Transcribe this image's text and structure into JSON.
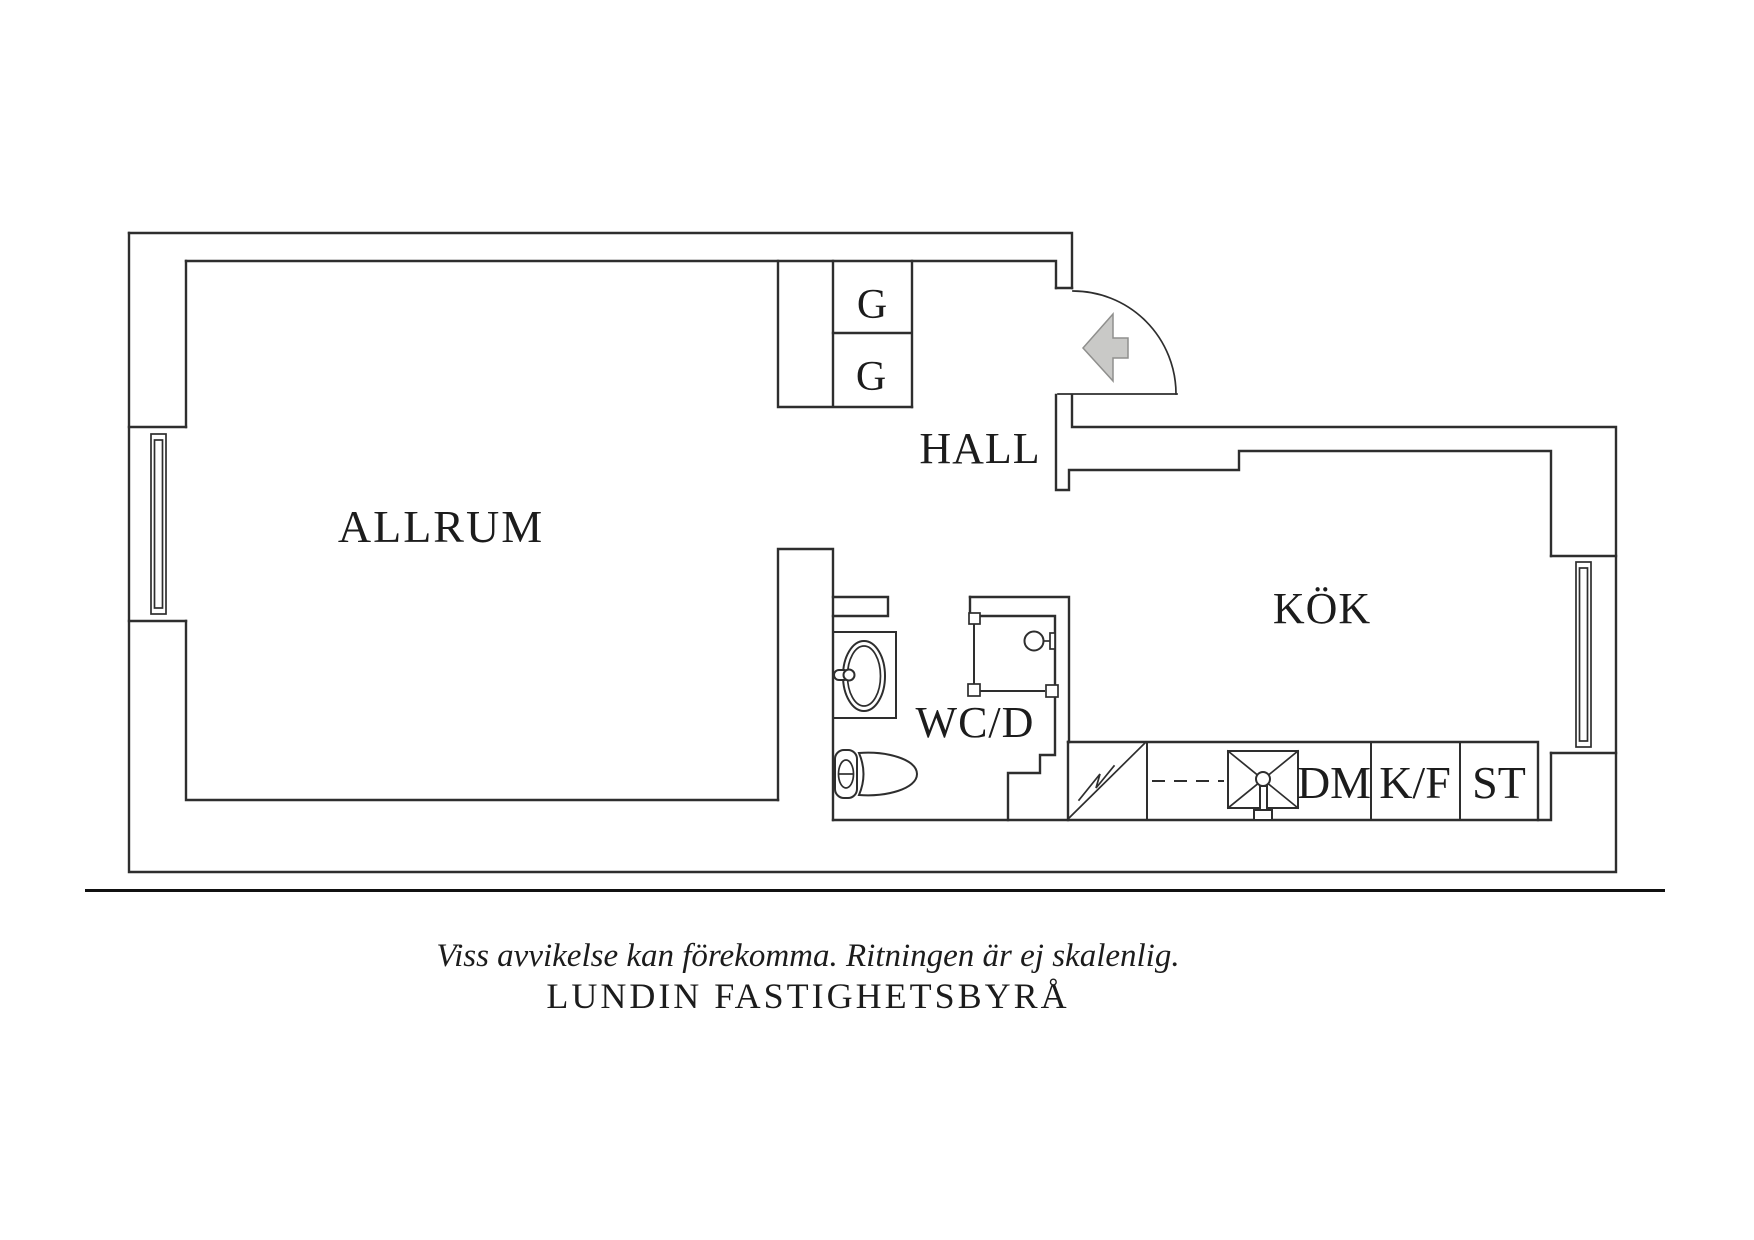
{
  "plan": {
    "rooms": {
      "allrum": {
        "label": "ALLRUM"
      },
      "hall": {
        "label": "HALL"
      },
      "kok": {
        "label": "KÖK"
      },
      "wcd": {
        "label": "WC/D"
      }
    },
    "closets": {
      "g_upper": {
        "label": "G"
      },
      "g_lower": {
        "label": "G"
      }
    },
    "kitchen_units": {
      "dm": {
        "label": "DM"
      },
      "kf": {
        "label": "K/F"
      },
      "st": {
        "label": "ST"
      }
    },
    "colors": {
      "background": "#ffffff",
      "wall_line": "#2e2e2e",
      "entry_arrow_fill": "#c9c9c7",
      "entry_arrow_stroke": "#8f8f8d",
      "text": "#1c1c1c"
    }
  },
  "footer": {
    "disclaimer": "Viss avvikelse kan förekomma. Ritningen är ej skalenlig.",
    "brand": "LUNDIN FASTIGHETSBYRÅ"
  }
}
